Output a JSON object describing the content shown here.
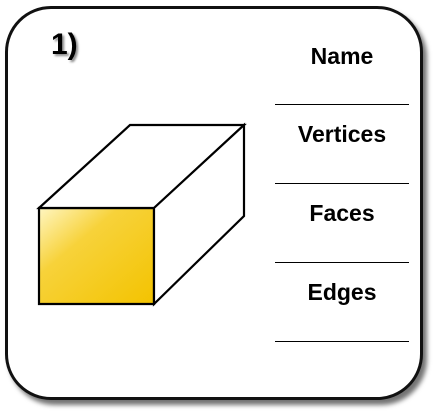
{
  "question": {
    "number": "1)"
  },
  "labels": {
    "name": "Name",
    "vertices": "Vertices",
    "faces": "Faces",
    "edges": "Edges"
  },
  "colors": {
    "front_face_light": "#fff3b0",
    "front_face_dark": "#f5c400",
    "stroke": "#000000"
  }
}
